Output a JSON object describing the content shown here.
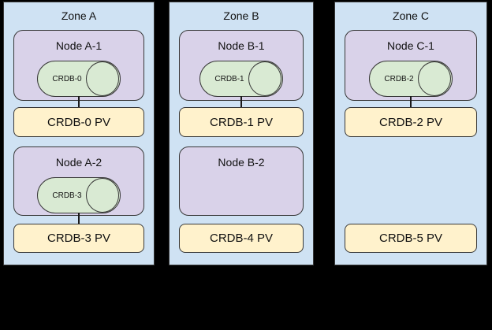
{
  "diagram": {
    "zones": [
      {
        "title": "Zone A",
        "nodes": [
          {
            "label": "Node A-1",
            "pod": "CRDB-0"
          },
          {
            "label": "Node A-2",
            "pod": "CRDB-3"
          }
        ],
        "pvs": [
          {
            "label": "CRDB-0 PV",
            "connected_to_pod": true
          },
          {
            "label": "CRDB-3 PV",
            "connected_to_pod": true
          }
        ]
      },
      {
        "title": "Zone B",
        "nodes": [
          {
            "label": "Node B-1",
            "pod": "CRDB-1"
          },
          {
            "label": "Node B-2",
            "pod": null
          }
        ],
        "pvs": [
          {
            "label": "CRDB-1 PV",
            "connected_to_pod": true
          },
          {
            "label": "CRDB-4 PV",
            "connected_to_pod": false
          }
        ]
      },
      {
        "title": "Zone C",
        "nodes": [
          {
            "label": "Node C-1",
            "pod": "CRDB-2"
          }
        ],
        "pvs": [
          {
            "label": "CRDB-2 PV",
            "connected_to_pod": true
          },
          {
            "label": "CRDB-5 PV",
            "connected_to_pod": false
          }
        ]
      }
    ]
  },
  "colors": {
    "zone_fill": "#cfe2f3",
    "node_fill": "#d9d2e9",
    "pod_fill": "#d9ead3",
    "pv_fill": "#fff2cc",
    "shape_border": "#383838",
    "text": "#111111",
    "background": "#000000"
  }
}
